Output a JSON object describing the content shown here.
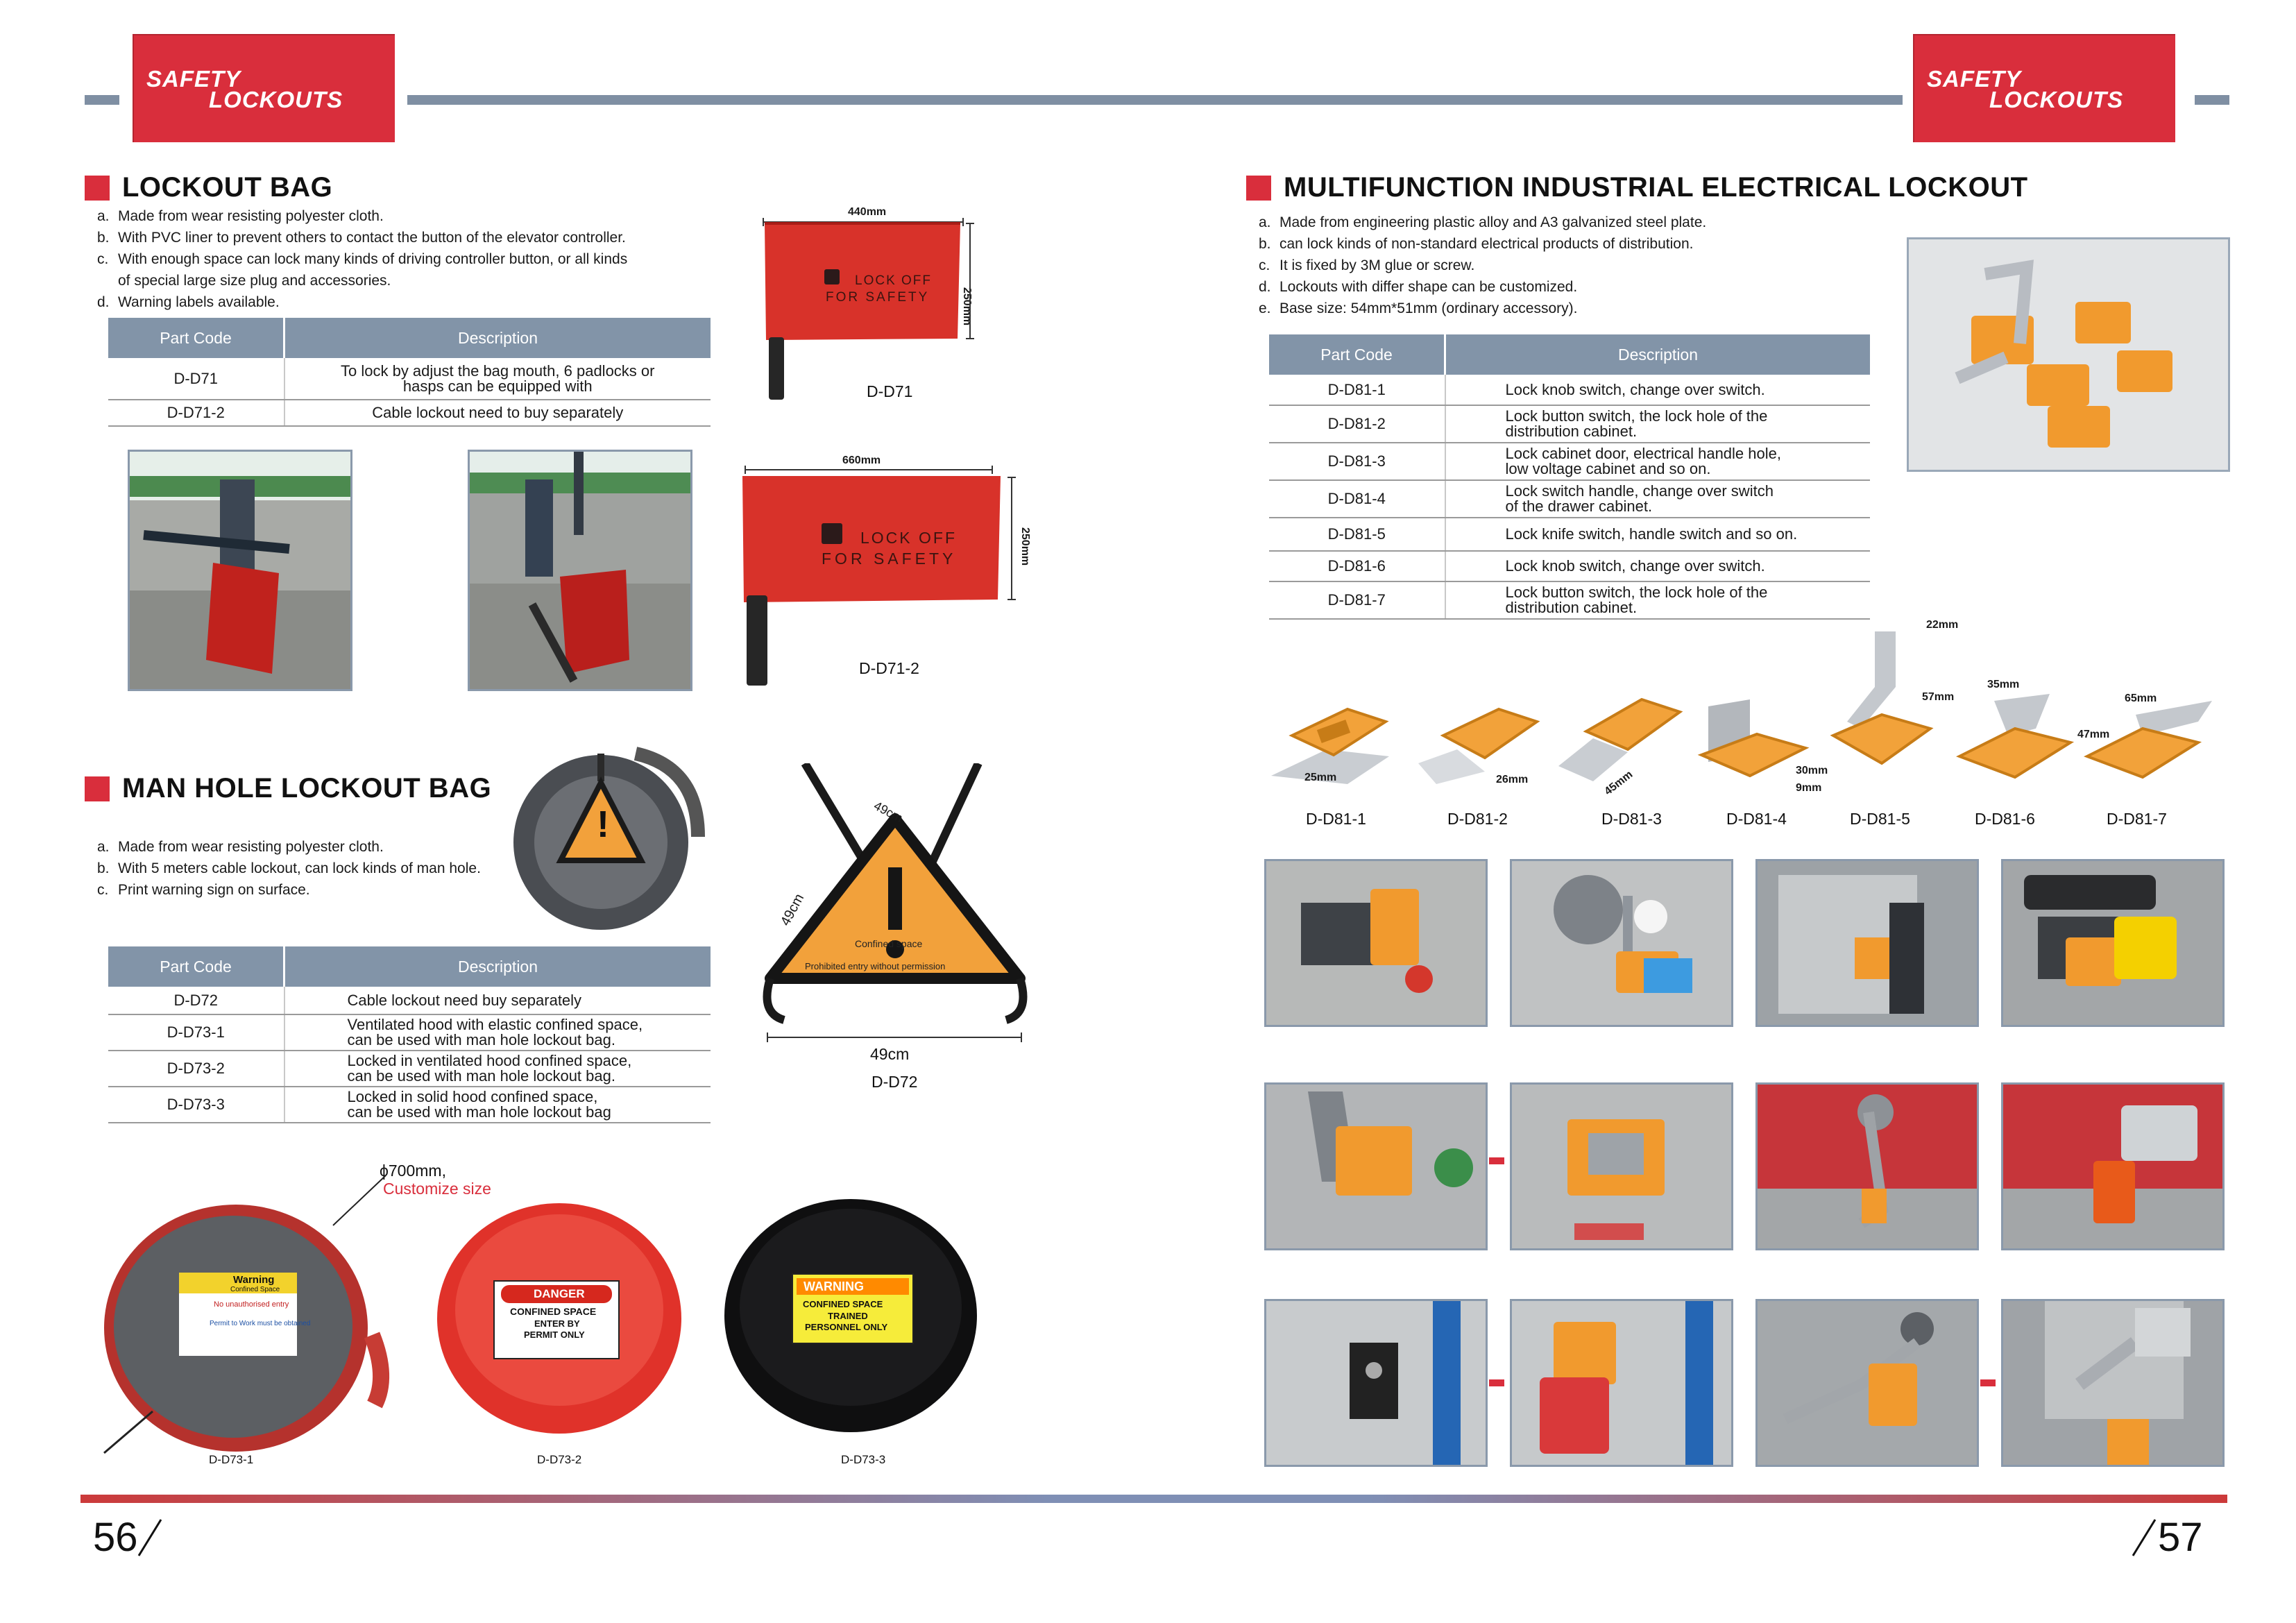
{
  "brand": {
    "line1": "SAFETY",
    "line2": "LOCKOUTS"
  },
  "colors": {
    "accent": "#d92e3c",
    "table_header": "#8294a8",
    "rule": "#7f8fa3",
    "bag_red": "#d8322a"
  },
  "lockout_bag": {
    "title": "LOCKOUT BAG",
    "bullets": [
      {
        "key": "a.",
        "text": "Made from wear resisting polyester cloth."
      },
      {
        "key": "b.",
        "text": "With PVC liner to prevent others to contact the button of the elevator controller."
      },
      {
        "key": "c.",
        "text": "With enough space can lock many kinds of driving controller button, or all kinds"
      },
      {
        "key": "",
        "text": "of special large size plug and accessories."
      },
      {
        "key": "d.",
        "text": "Warning labels available."
      }
    ],
    "table": {
      "headers": [
        "Part Code",
        "Description"
      ],
      "rows": [
        {
          "code": "D-D71",
          "desc1": "To lock by adjust the bag mouth, 6 padlocks or",
          "desc2": "hasps can be equipped with"
        },
        {
          "code": "D-D71-2",
          "desc1": "Cable lockout need to buy separately",
          "desc2": ""
        }
      ]
    },
    "products": [
      {
        "code": "D-D71",
        "width": "440mm",
        "height": "250mm",
        "label1": "LOCK  OFF",
        "label2": "FOR  SAFETY"
      },
      {
        "code": "D-D71-2",
        "width": "660mm",
        "height": "250mm",
        "label1": "LOCK  OFF",
        "label2": "FOR  SAFETY"
      }
    ]
  },
  "manhole": {
    "title": "MAN HOLE LOCKOUT BAG",
    "bullets": [
      {
        "key": "a.",
        "text": "Made from wear resisting polyester cloth."
      },
      {
        "key": "b.",
        "text": "With 5 meters cable lockout, can lock kinds of man hole."
      },
      {
        "key": "c.",
        "text": "Print warning sign on surface."
      }
    ],
    "table": {
      "headers": [
        "Part Code",
        "Description"
      ],
      "rows": [
        {
          "code": "D-D72",
          "desc1": "Cable lockout need buy separately",
          "desc2": ""
        },
        {
          "code": "D-D73-1",
          "desc1": "Ventilated hood with elastic confined space,",
          "desc2": "can be used with man hole lockout bag."
        },
        {
          "code": "D-D73-2",
          "desc1": "Locked in ventilated hood confined space,",
          "desc2": "can be used with man hole lockout bag."
        },
        {
          "code": "D-D73-3",
          "desc1": "Locked in solid hood confined space,",
          "desc2": "can be used with man hole lockout bag"
        }
      ]
    },
    "d72": {
      "code": "D-D72",
      "dim_side": "49cm",
      "dim_top": "49cm",
      "dim_bottom": "49cm",
      "sign_text": "Confined space",
      "sign_text2": "Prohibited entry without permission"
    },
    "diameter": "ϕ700mm,",
    "customize": "Customize size",
    "hoods": [
      {
        "code": "D-D73-1",
        "sign_title": "Warning",
        "sign_sub": "Confined Space",
        "sign_l1": "No unauthorised entry",
        "sign_l2": "Permit to Work must be obtained"
      },
      {
        "code": "D-D73-2",
        "sign_title": "DANGER",
        "sign_l1": "CONFINED SPACE",
        "sign_l2": "ENTER BY",
        "sign_l3": "PERMIT ONLY"
      },
      {
        "code": "D-D73-3",
        "sign_title": "WARNING",
        "sign_l1": "CONFINED SPACE",
        "sign_l2": "TRAINED",
        "sign_l3": "PERSONNEL ONLY"
      }
    ]
  },
  "electrical": {
    "title": "MULTIFUNCTION INDUSTRIAL ELECTRICAL LOCKOUT",
    "bullets": [
      {
        "key": "a.",
        "text": "Made from engineering plastic alloy and A3 galvanized steel plate."
      },
      {
        "key": "b.",
        "text": "can lock kinds of non-standard electrical products of distribution."
      },
      {
        "key": "c.",
        "text": "It is fixed by 3M glue or screw."
      },
      {
        "key": "d.",
        "text": "Lockouts with differ shape can be customized."
      },
      {
        "key": "e.",
        "text": "Base size: 54mm*51mm (ordinary accessory)."
      }
    ],
    "table": {
      "headers": [
        "Part Code",
        "Description"
      ],
      "rows": [
        {
          "code": "D-D81-1",
          "desc1": "Lock knob switch, change over switch.",
          "desc2": ""
        },
        {
          "code": "D-D81-2",
          "desc1": "Lock button switch, the lock hole of the",
          "desc2": "distribution cabinet."
        },
        {
          "code": "D-D81-3",
          "desc1": "Lock cabinet door, electrical handle hole,",
          "desc2": "low voltage cabinet and so on."
        },
        {
          "code": "D-D81-4",
          "desc1": "Lock switch handle, change over switch",
          "desc2": "of the drawer cabinet."
        },
        {
          "code": "D-D81-5",
          "desc1": "Lock knife switch, handle switch and so on.",
          "desc2": ""
        },
        {
          "code": "D-D81-6",
          "desc1": "Lock knob switch, change over switch.",
          "desc2": ""
        },
        {
          "code": "D-D81-7",
          "desc1": "Lock button switch, the lock hole of the",
          "desc2": "distribution cabinet."
        }
      ]
    },
    "products": [
      {
        "code": "D-D81-1",
        "dims": [
          "25mm"
        ]
      },
      {
        "code": "D-D81-2",
        "dims": [
          "26mm"
        ]
      },
      {
        "code": "D-D81-3",
        "dims": [
          "45mm"
        ]
      },
      {
        "code": "D-D81-4",
        "dims": [
          "30mm",
          "9mm"
        ]
      },
      {
        "code": "D-D81-5",
        "dims": [
          "22mm",
          "57mm"
        ]
      },
      {
        "code": "D-D81-6",
        "dims": [
          "35mm",
          "47mm"
        ]
      },
      {
        "code": "D-D81-7",
        "dims": [
          "65mm"
        ]
      }
    ]
  },
  "footer": {
    "page_left": "56",
    "page_right": "57"
  }
}
